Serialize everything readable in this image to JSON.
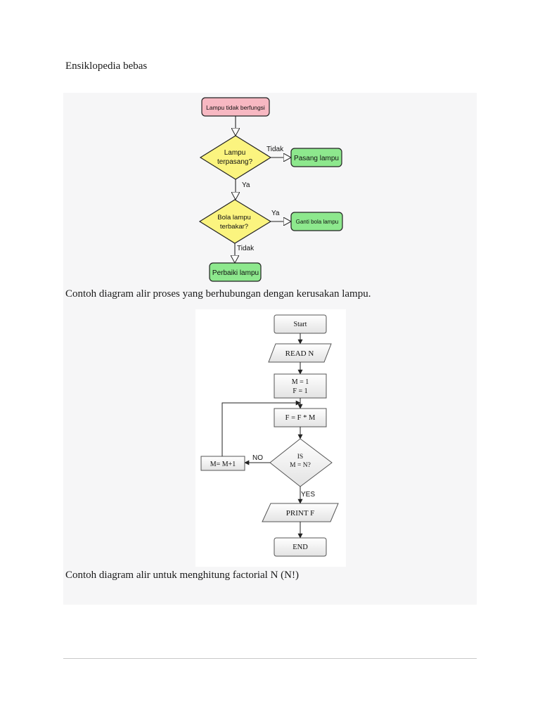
{
  "document": {
    "heading": "Ensiklopedia bebas"
  },
  "flowchart_lamp": {
    "start": "Lampu tidak berfungsi",
    "decision1_line1": "Lampu",
    "decision1_line2": "terpasang?",
    "decision1_no_label": "Tidak",
    "action1": "Pasang lampu",
    "decision1_yes_label": "Ya",
    "decision2_line1": "Bola lampu",
    "decision2_line2": "terbakar?",
    "decision2_yes_label": "Ya",
    "action2": "Ganti bola lampu",
    "decision2_no_label": "Tidak",
    "end": "Perbaiki lampu",
    "caption": "Contoh diagram alir proses yang berhubungan dengan kerusakan lampu.",
    "colors": {
      "start": "#f7b8c2",
      "decision": "#fbf47f",
      "action": "#8de88d"
    }
  },
  "flowchart_factorial": {
    "start": "Start",
    "read": "READ N",
    "init_line1": "M = 1",
    "init_line2": "F = 1",
    "multiply": "F = F * M",
    "decision_line1": "IS",
    "decision_line2": "M = N?",
    "no_label": "NO",
    "increment": "M= M+1",
    "yes_label": "YES",
    "print": "PRINT F",
    "end": "END",
    "caption": "Contoh diagram alir untuk menghitung factorial N (N!)"
  }
}
